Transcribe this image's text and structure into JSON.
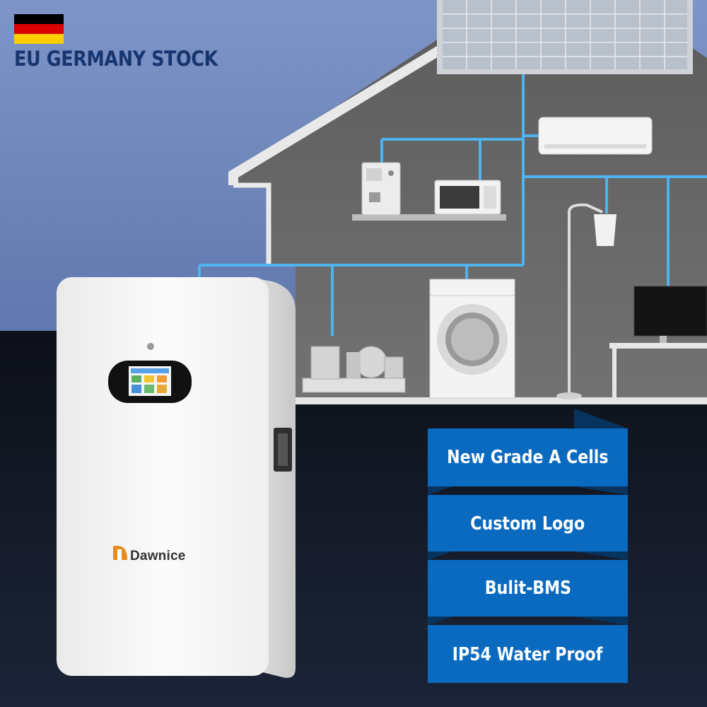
{
  "banner": {
    "flag": {
      "icon": "germany-flag-icon",
      "colors": [
        "#000000",
        "#dd0000",
        "#ffce00"
      ]
    },
    "stock_text": "EU GERMANY STOCK"
  },
  "product": {
    "brand_name": "Dawnice",
    "logo_icon": "dawnice-logo-icon",
    "screen_icon": "lcd-display-icon"
  },
  "features": [
    {
      "label": "New Grade A Cells"
    },
    {
      "label": "Custom Logo"
    },
    {
      "label": "Bulit-BMS"
    },
    {
      "label": "IP54 Water Proof"
    }
  ],
  "colors": {
    "banner_blue": "#0a6ac0",
    "wire_blue": "#4fb3f0",
    "text_blue": "#17356e"
  }
}
